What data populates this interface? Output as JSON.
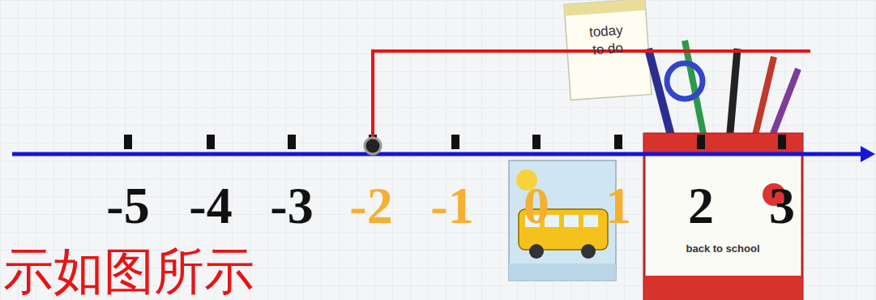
{
  "diagram": {
    "labels": [
      "-5",
      "-4",
      "-3",
      "-2",
      "-1",
      "0",
      "1",
      "2",
      "3",
      "示如图所示",
      "today",
      "to do",
      "back to school"
    ]
  }
}
